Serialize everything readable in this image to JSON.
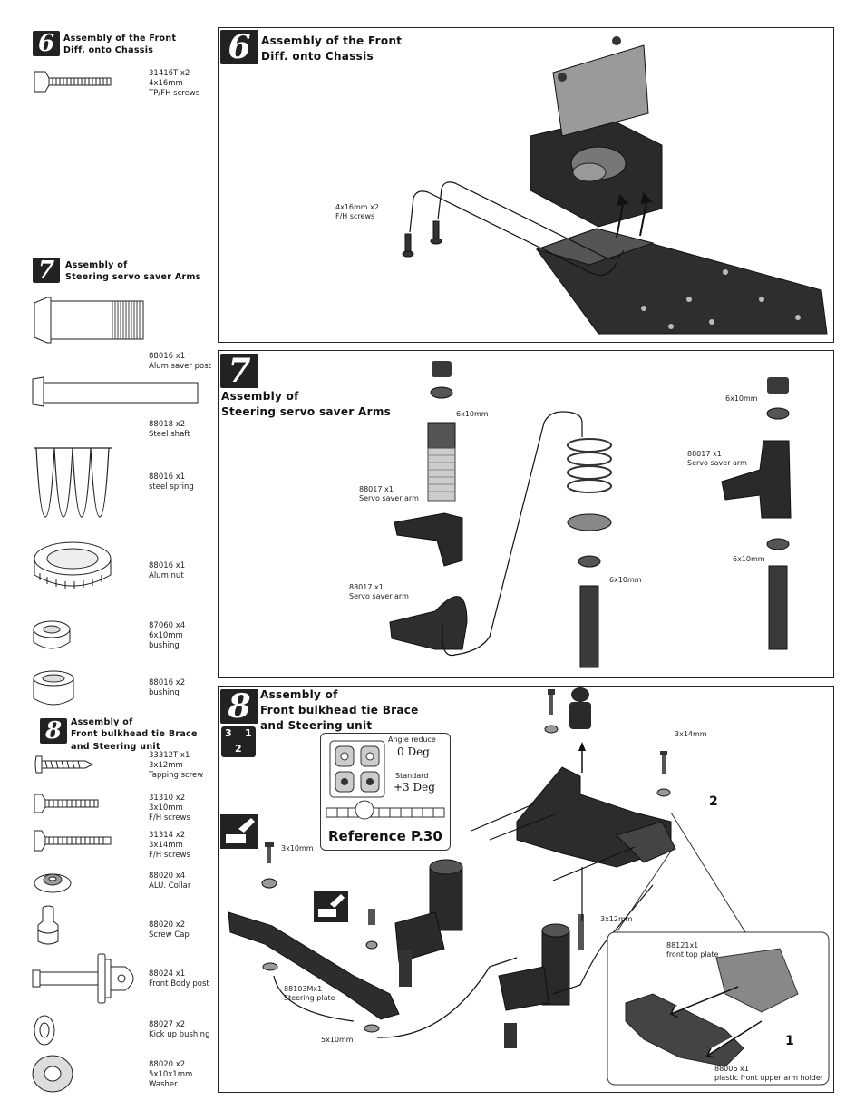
{
  "sidebar": {
    "step6": {
      "number": "6",
      "title": "Assembly of the Front\nDiff. onto Chassis",
      "parts": [
        {
          "id": "31416T",
          "text": "31416T   x2\n4x16mm\nTP/FH  screws",
          "icon": "flat-head-screw-icon"
        }
      ]
    },
    "step7": {
      "number": "7",
      "title": "Assembly of\nSteering servo saver Arms",
      "parts": [
        {
          "text": "88016   x1\nAlum saver post",
          "icon": "saver-post-icon"
        },
        {
          "text": "88018   x2\nSteel shaft",
          "icon": "steel-shaft-icon"
        },
        {
          "text": "88016   x1\nsteel spring",
          "icon": "spring-icon"
        },
        {
          "text": "88016   x1\nAlum nut",
          "icon": "alum-nut-icon"
        },
        {
          "text": "87060   x4\n6x10mm\nbushing",
          "icon": "bushing-icon"
        },
        {
          "text": "88016   x2\nbushing",
          "icon": "bushing-tall-icon"
        }
      ]
    },
    "step8": {
      "number": "8",
      "title": "Assembly of\nFront bulkhead tie Brace\nand Steering unit",
      "parts": [
        {
          "text": "33312T    x1\n3x12mm\nTapping screw",
          "icon": "tapping-screw-icon"
        },
        {
          "text": "31310   x2\n3x10mm\nF/H screws",
          "icon": "fh-screw-icon"
        },
        {
          "text": "31314   x2\n3x14mm\nF/H screws",
          "icon": "fh-screw-long-icon"
        },
        {
          "text": "88020   x4\nALU. Collar",
          "icon": "collar-icon"
        },
        {
          "text": "88020  x2\nScrew Cap",
          "icon": "screw-cap-icon"
        },
        {
          "text": "88024   x1\nFront Body post",
          "icon": "body-post-icon"
        },
        {
          "text": "88027  x2\nKick up bushing",
          "icon": "kickup-bushing-icon"
        },
        {
          "text": "88020   x2\n5x10x1mm\nWasher",
          "icon": "washer-icon"
        }
      ]
    }
  },
  "panels": {
    "step6": {
      "number": "6",
      "title": "Assembly of the Front\nDiff. onto Chassis",
      "callouts": [
        "4x16mm   x2\nF/H  screws"
      ]
    },
    "step7": {
      "number": "7",
      "title": "Assembly of\nSteering servo saver Arms",
      "callouts": {
        "c1": "6x10mm",
        "c2": "88017   x1\nServo saver arm",
        "c3": "88017   x1\nServo saver arm",
        "c4": "6x10mm",
        "c5": "6x10mm",
        "c6": "88017   x1\nServo saver arm",
        "c7": "6x10mm"
      }
    },
    "step8": {
      "number": "8",
      "title": "Assembly of\nFront bulkhead tie Brace\nand Steering unit",
      "order_icon": [
        "3",
        "1",
        "2"
      ],
      "reference": {
        "angle_reduce": "Angle reduce",
        "deg0": "0 Deg",
        "standard": "Standard",
        "deg3": "+3 Deg",
        "ref": "Reference  P.30"
      },
      "callouts": {
        "c1": "3x14mm",
        "c2": "3x10mm",
        "c3": "3x12mm",
        "c4": "88103Mx1\nSteering plate",
        "c5": "5x10mm",
        "c6": "88121x1\nfront top plate",
        "c7": "88006   x1\nplastic front upper arm holder"
      },
      "subs": {
        "s1": "1",
        "s2": "2"
      }
    }
  },
  "colors": {
    "ink": "#222222",
    "part_dark": "#2b2b2b",
    "part_grey": "#8a8a8a"
  }
}
